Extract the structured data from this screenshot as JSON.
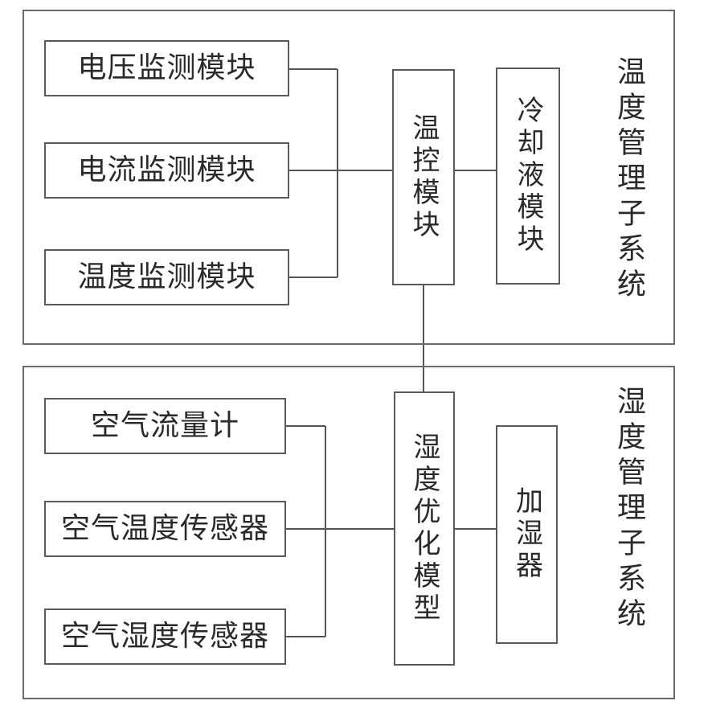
{
  "temperature_subsystem": {
    "title": "温度管理子系统",
    "monitors": [
      "电压监测模块",
      "电流监测模块",
      "温度监测模块"
    ],
    "control": "温控模块",
    "actuator": "冷却液模块"
  },
  "humidity_subsystem": {
    "title": "湿度管理子系统",
    "sensors": [
      "空气流量计",
      "空气温度传感器",
      "空气湿度传感器"
    ],
    "control": "湿度优化模型",
    "actuator": "加湿器"
  }
}
